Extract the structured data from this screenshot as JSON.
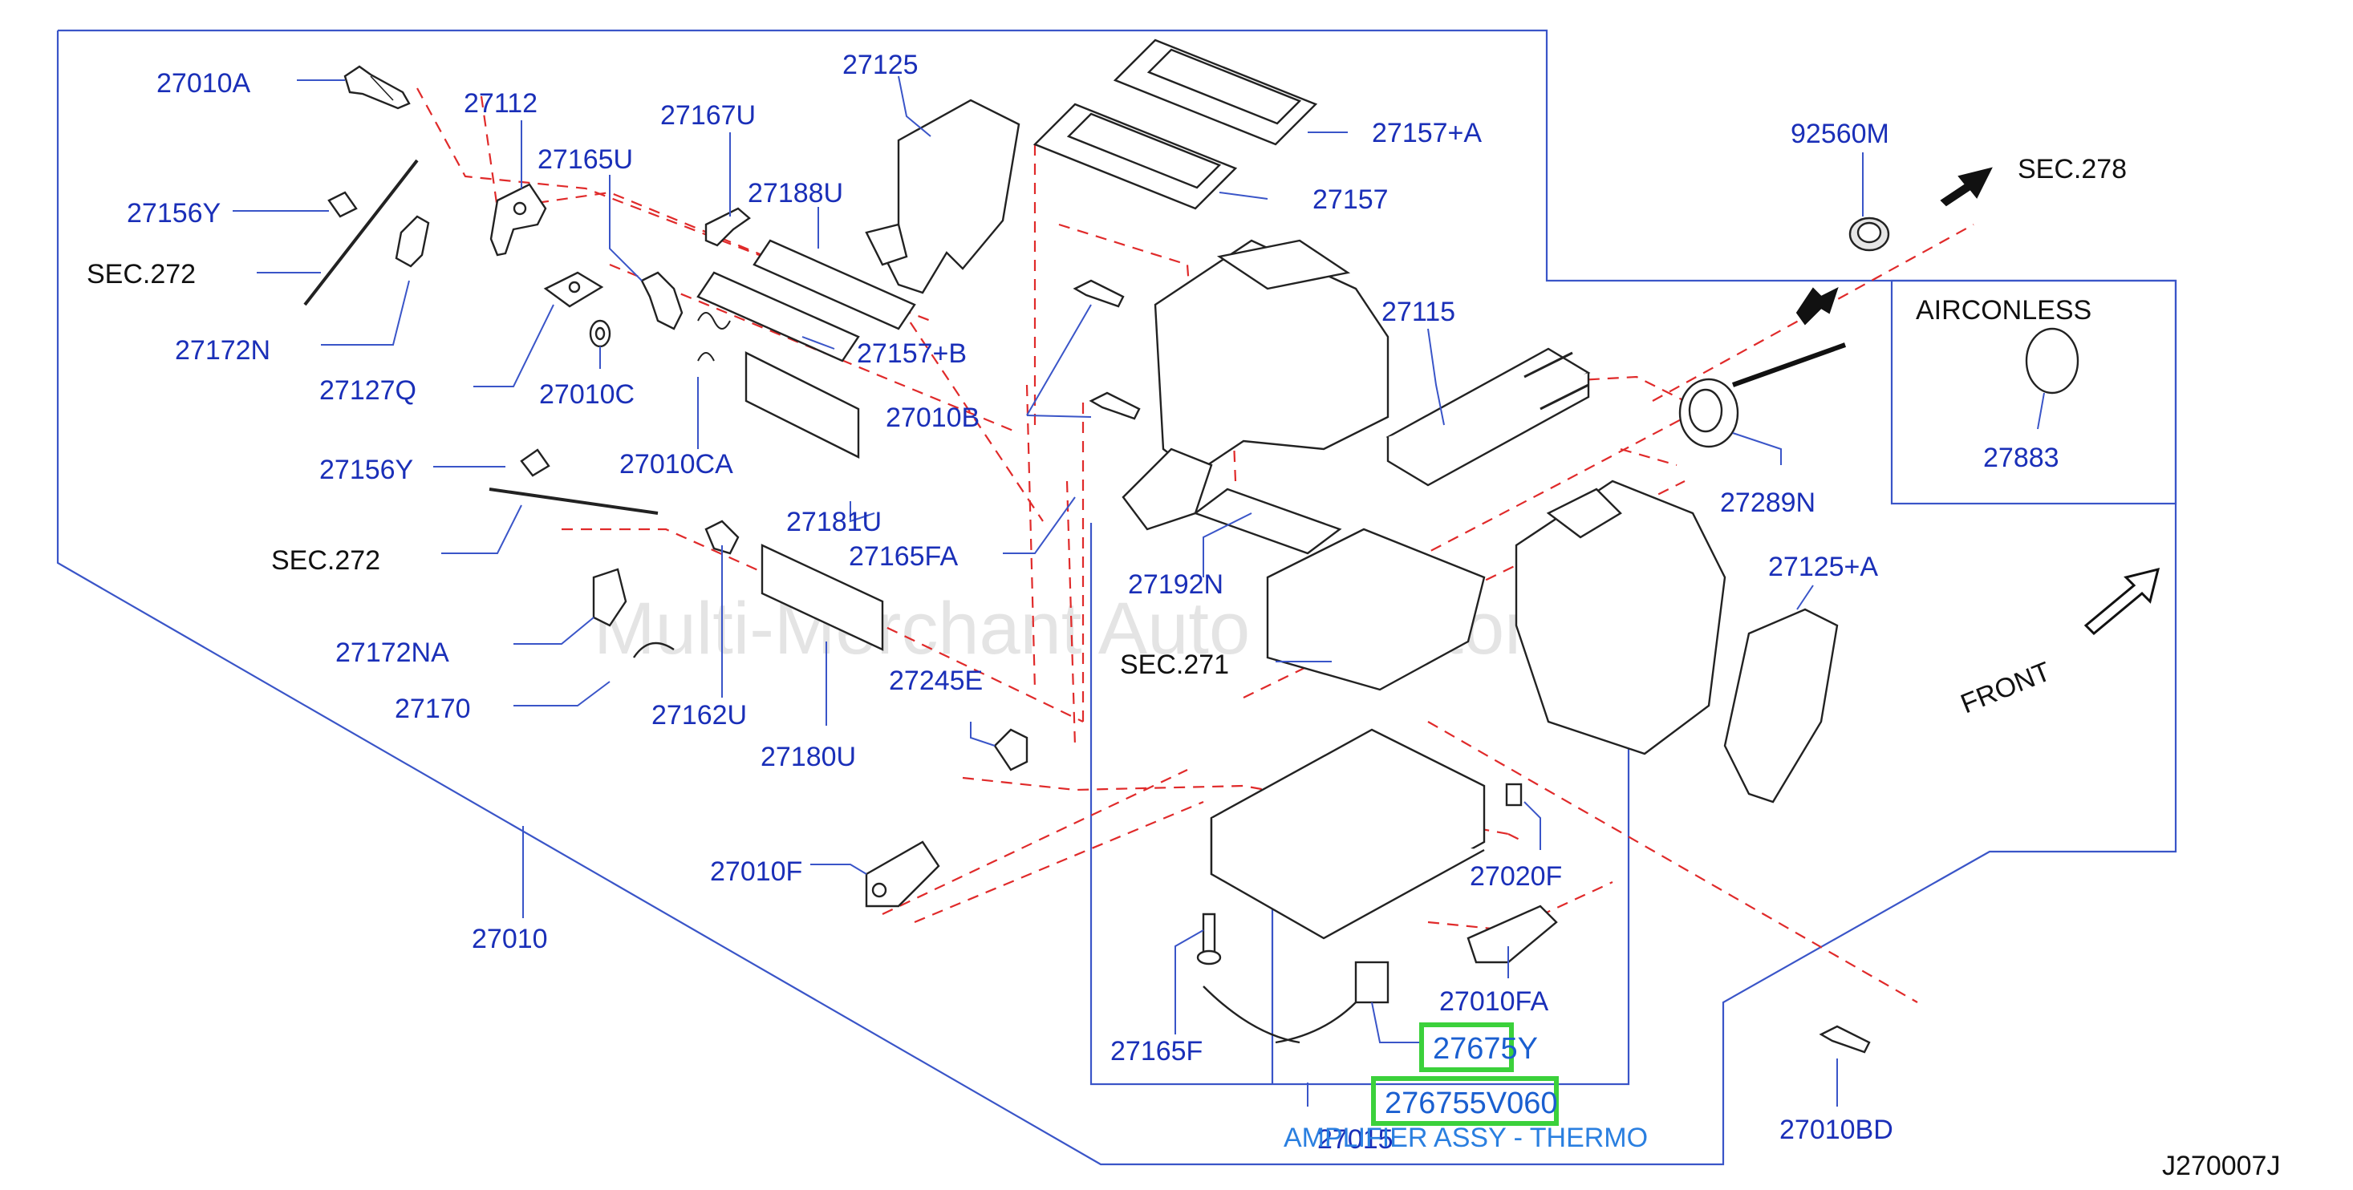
{
  "diagram": {
    "code": "J270007J",
    "watermark": "Multi-Merchant Auto Partstore",
    "front_label": "FRONT",
    "box_title": "AIRCONLESS",
    "highlight": {
      "part": "27675Y",
      "part_number": "276755V060",
      "description": "AMPLIFIER ASSY - THERMO"
    },
    "labels": {
      "l27010A": "27010A",
      "l27112": "27112",
      "l27167U": "27167U",
      "l27125": "27125",
      "l27157A": "27157+A",
      "l27157": "27157",
      "l92560M": "92560M",
      "sec278": "SEC.278",
      "l27165U": "27165U",
      "l27188U": "27188U",
      "l27156Y_1": "27156Y",
      "sec272_1": "SEC.272",
      "l27172N": "27172N",
      "l27127Q": "27127Q",
      "l27010C": "27010C",
      "l27157B": "27157+B",
      "l27010B": "27010B",
      "l27115": "27115",
      "l27883": "27883",
      "l27010CA": "27010CA",
      "l27289N": "27289N",
      "l27156Y_2": "27156Y",
      "l27181U": "27181U",
      "l27165FA": "27165FA",
      "sec272_2": "SEC.272",
      "l27192N": "27192N",
      "l27125A": "27125+A",
      "l27172NA": "27172NA",
      "sec271": "SEC.271",
      "l27170": "27170",
      "l27162U": "27162U",
      "l27245E": "27245E",
      "l27180U": "27180U",
      "l27010F": "27010F",
      "l27020F": "27020F",
      "l27010": "27010",
      "l27010FA": "27010FA",
      "l27165F": "27165F",
      "l27015": "27015",
      "l27010BD": "27010BD"
    }
  }
}
